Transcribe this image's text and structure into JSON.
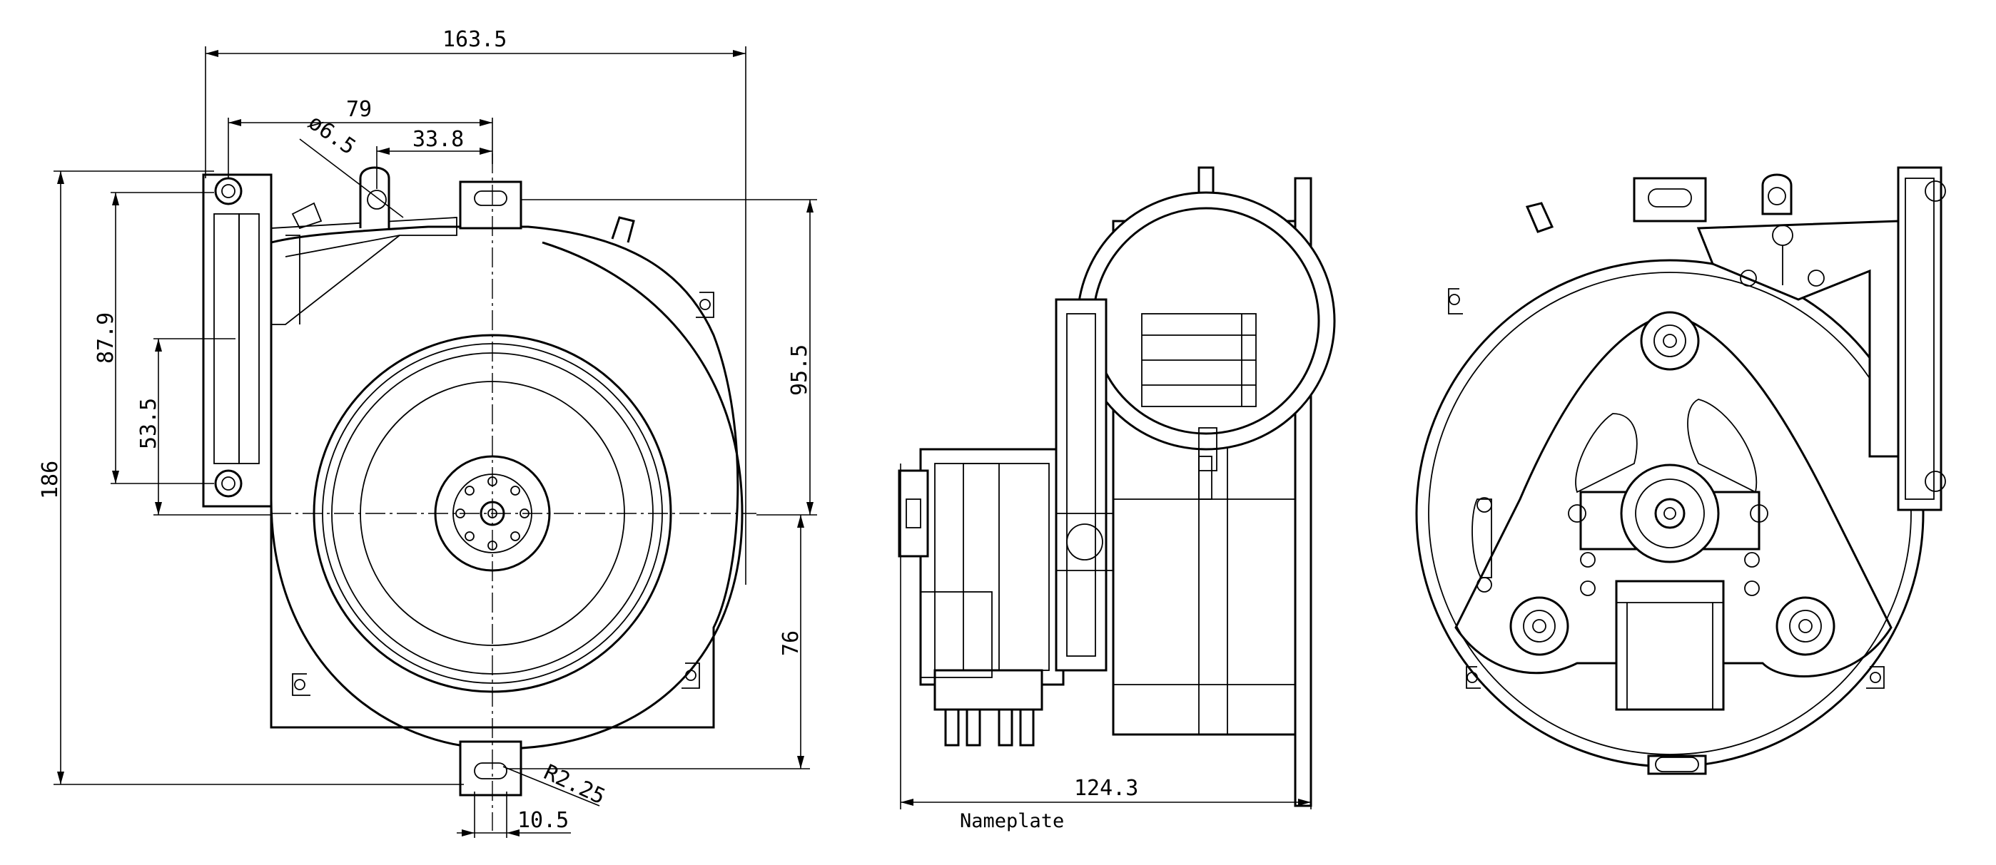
{
  "dimensions": {
    "overall_width": "163.5",
    "inlet_offset": "79",
    "hole_offset": "33.8",
    "hole_diameter": "ø6.5",
    "outlet_height_a": "87.9",
    "outlet_height_b": "53.5",
    "overall_height": "186",
    "upper_height": "95.5",
    "lower_height": "76",
    "slot_radius": "R2.25",
    "slot_width": "10.5",
    "side_depth": "124.3"
  },
  "labels": {
    "nameplate": "Nameplate"
  },
  "colors": {
    "line": "#000000",
    "background": "#ffffff"
  }
}
